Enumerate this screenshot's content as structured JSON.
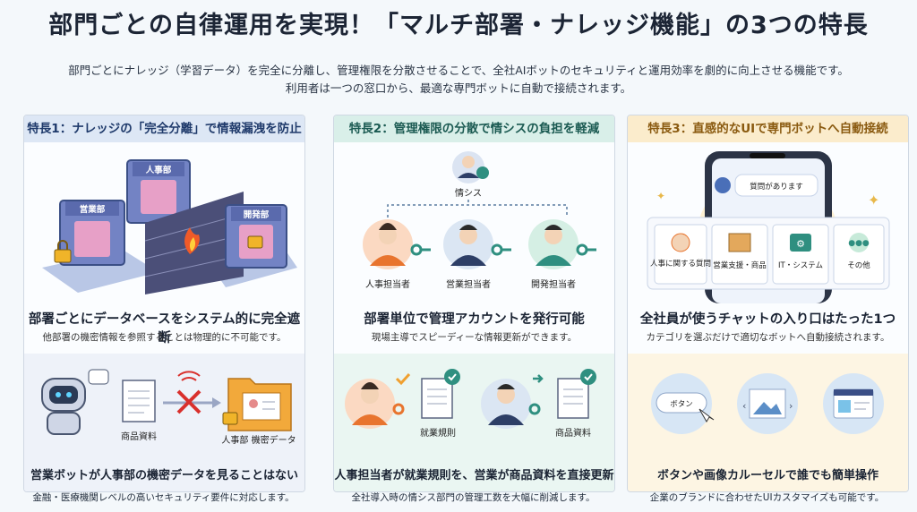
{
  "header": {
    "title": "部門ごとの自律運用を実現！「マルチ部署・ナレッジ機能」の3つの特長",
    "subtitle_line1": "部門ごとにナレッジ（学習データ）を完全に分離し、管理権限を分散させることで、全社AIボットのセキュリティと運用効率を劇的に向上させる機能です。",
    "subtitle_line2": "利用者は一つの窓口から、最適な専門ボットに自動で接続されます。"
  },
  "panels": [
    {
      "header": "特長1：ナレッジの「完全分離」で情報漏洩を防止",
      "illus": {
        "db_sales": "営業部",
        "db_hr": "人事部",
        "db_dev": "開発部"
      },
      "title": "部署ごとにデータベースをシステム的に完全遮断",
      "desc": "他部署の機密情報を参照することは物理的に不可能です。",
      "lower": {
        "doc_label": "商品資料",
        "folder_label": "人事部 機密データ"
      },
      "lower_caption": "営業ボットが人事部の機密データを見ることはない",
      "footer": "金融・医療機関レベルの高いセキュリティ要件に対応します。"
    },
    {
      "header": "特長2：管理権限の分散で情シスの負担を軽減",
      "illus": {
        "top": "情シス",
        "p1": "人事担当者",
        "p2": "営業担当者",
        "p3": "開発担当者"
      },
      "title": "部署単位で管理アカウントを発行可能",
      "desc": "現場主導でスピーディーな情報更新ができます。",
      "lower": {
        "doc1": "就業規則",
        "doc2": "商品資料"
      },
      "lower_caption": "人事担当者が就業規則を、営業が商品資料を直接更新",
      "footer": "全社導入時の情シス部門の管理工数を大幅に削減します。"
    },
    {
      "header": "特長3：直感的なUIで専門ボットへ自動接続",
      "illus": {
        "chat": "質問があります",
        "c1": "人事に関する質問",
        "c2": "営業支援・商品",
        "c3": "IT・システム",
        "c4": "その他"
      },
      "title": "全社員が使うチャットの入り口はたった1つ",
      "desc": "カテゴリを選ぶだけで適切なボットへ自動接続されます。",
      "lower": {
        "button": "ボタン"
      },
      "lower_caption": "ボタンや画像カルーセルで誰でも簡単操作",
      "footer": "企業のブランドに合わせたUIカスタマイズも可能です。"
    }
  ],
  "colors": {
    "blue": "#3b4f86",
    "teal": "#2f8f80",
    "orange": "#e8a23a",
    "red": "#d9302c"
  }
}
